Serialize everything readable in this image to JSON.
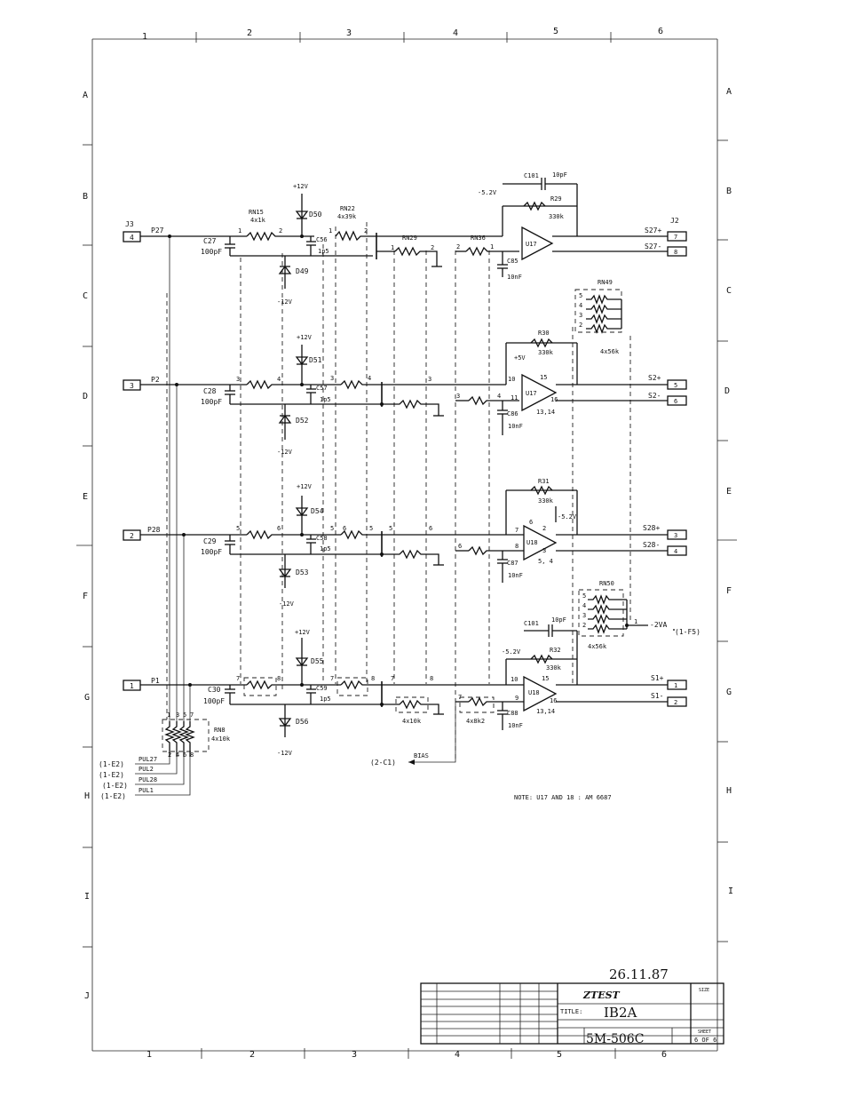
{
  "zones": {
    "columns": [
      "1",
      "2",
      "3",
      "4",
      "5",
      "6"
    ],
    "rows": [
      "A",
      "B",
      "C",
      "D",
      "E",
      "F",
      "G",
      "H",
      "I",
      "J"
    ]
  },
  "title_block": {
    "company": "ZTEST",
    "title_label": "TITLE:",
    "title": "IB2A",
    "drawing_number": "5M-506C",
    "size_label": "SIZE",
    "sheet_label": "SHEET",
    "sheet": "6 OF 6",
    "handwritten_date": "26.11.87"
  },
  "connector": "J3",
  "output_connector": "J2",
  "channel1": {
    "pin": "4",
    "net": "P27",
    "rn_in": "RN15",
    "rn_in_val": "4x1k",
    "cap_in": "C27",
    "cap_in_val": "100pF",
    "diode_top": "D50",
    "diode_bot": "D49",
    "v_pos": "+12V",
    "v_neg": "-12V",
    "rn_mid": "RN22",
    "rn_mid_val": "4x39k",
    "cap_mid": "C56",
    "cap_mid_val": "1p5",
    "rn_gnd": "RN29",
    "rn_series": "RN36",
    "cap_fb": "C101",
    "cap_fb_val": "10pF",
    "r_fb": "R29",
    "r_fb_val": "330k",
    "cap_out": "C85",
    "cap_out_val": "10nF",
    "supply": "-5.2V",
    "opamp": "U17",
    "out_pos": "S27+",
    "out_neg": "S27-",
    "out_pin_pos": "7",
    "out_pin_neg": "8",
    "pins": [
      "1",
      "2",
      "1",
      "2",
      "1",
      "2",
      "2",
      "1"
    ]
  },
  "channel2": {
    "pin": "3",
    "net": "P2",
    "cap_in": "C28",
    "cap_in_val": "100pF",
    "diode_top": "D51",
    "diode_bot": "D52",
    "v_pos": "+12V",
    "v_neg": "-12V",
    "cap_mid": "C57",
    "cap_mid_val": "1p5",
    "r_fb": "R30",
    "r_fb_val": "330k",
    "cap_out": "C86",
    "cap_out_val": "10nF",
    "supply": "+5V",
    "opamp": "U17",
    "out_pos": "S2+",
    "out_neg": "S2-",
    "out_pin_pos": "5",
    "out_pin_neg": "6",
    "pins": [
      "3",
      "4",
      "3",
      "4",
      "3",
      "3",
      "4"
    ],
    "rn_pack": "RN49",
    "rn_pack_val": "4x56k",
    "opamp_pins": [
      "10",
      "15",
      "11",
      "16",
      "13,14"
    ]
  },
  "channel3": {
    "pin": "2",
    "net": "P28",
    "cap_in": "C29",
    "cap_in_val": "100pF",
    "diode_top": "D54",
    "diode_bot": "D53",
    "v_pos": "+12V",
    "v_neg": "-12V",
    "cap_mid": "C58",
    "cap_mid_val": "1p5",
    "r_fb": "R31",
    "r_fb_val": "330k",
    "cap_out": "C87",
    "cap_out_val": "10nF",
    "supply": "-5.2V",
    "opamp": "U18",
    "out_pos": "S28+",
    "out_neg": "S28-",
    "out_pin_pos": "3",
    "out_pin_neg": "4",
    "pins": [
      "5",
      "6",
      "5",
      "6",
      "5",
      "5",
      "6",
      "6"
    ],
    "opamp_pins": [
      "7",
      "6",
      "2",
      "3",
      "8",
      "5, 4"
    ]
  },
  "channel4": {
    "pin": "1",
    "net": "P1",
    "cap_in": "C30",
    "cap_in_val": "100pF",
    "diode_top": "D55",
    "diode_bot": "D56",
    "v_pos": "+12V",
    "v_neg": "-12V",
    "cap_mid": "C59",
    "cap_mid_val": "1p5",
    "cap_fb": "C101",
    "cap_fb_val": "10pF",
    "r_fb": "R32",
    "r_fb_val": "330k",
    "cap_out": "C88",
    "cap_out_val": "10nF",
    "supply": "-5.2V",
    "opamp": "U18",
    "out_pos": "S1+",
    "out_neg": "S1-",
    "out_pin_pos": "1",
    "out_pin_neg": "2",
    "pins": [
      "7",
      "8",
      "7",
      "8",
      "7",
      "8",
      "7"
    ],
    "rn_pack": "RN50",
    "rn_pack_val": "4x56k",
    "bias_v": "-2VA",
    "bias_ref": "(1-F5)",
    "rn_gnd_val": "4x10k",
    "rn_series_val": "4x8k2",
    "opamp_pins": [
      "10",
      "15",
      "9",
      "16",
      "13,14"
    ]
  },
  "pulldown": {
    "name": "RN8",
    "value": "4x10k",
    "pins_top": [
      "1",
      "3",
      "5",
      "7"
    ],
    "pins_bot": [
      "2",
      "4",
      "6",
      "8"
    ],
    "nets": [
      "PUL27",
      "PUL2",
      "PUL28",
      "PUL1"
    ],
    "refs": [
      "(1-E2)",
      "(1-E2)",
      "(1-E2)",
      "(1-E2)"
    ]
  },
  "bias": {
    "label": "BIAS",
    "ref": "(2-C1)"
  },
  "note": "NOTE: U17 AND 18 : AM 6687",
  "pack_pins": [
    "5",
    "4",
    "3",
    "2",
    "1"
  ]
}
